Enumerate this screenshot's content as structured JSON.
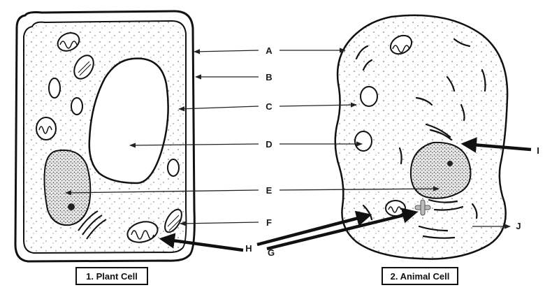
{
  "labels": {
    "A": "A",
    "B": "B",
    "C": "C",
    "D": "D",
    "E": "E",
    "F": "F",
    "G": "G",
    "H": "H",
    "I": "I",
    "J": "J"
  },
  "captions": {
    "plant": "1. Plant Cell",
    "animal": "2. Animal Cell"
  }
}
